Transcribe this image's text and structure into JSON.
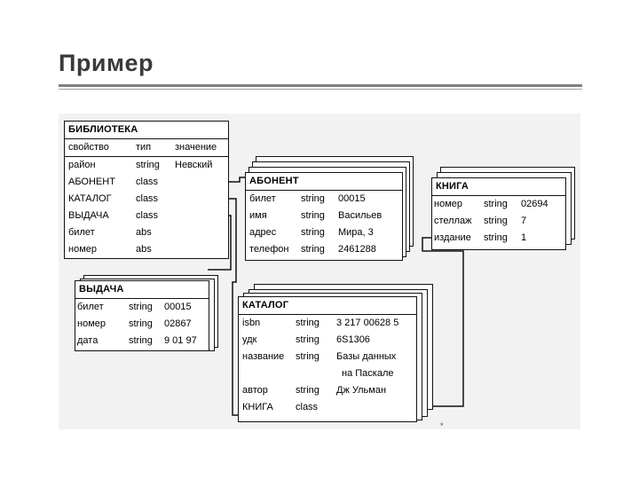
{
  "slide": {
    "title": "Пример"
  },
  "tables": {
    "biblioteka": {
      "title": "БИБЛИОТЕКА",
      "header": [
        "свойство",
        "тип",
        "значение"
      ],
      "rows": [
        [
          "район",
          "string",
          "Невский"
        ],
        [
          "АБОНЕНТ",
          "class",
          ""
        ],
        [
          "КАТАЛОГ",
          "class",
          ""
        ],
        [
          "ВЫДАЧА",
          "class",
          ""
        ],
        [
          "билет",
          "abs",
          ""
        ],
        [
          "номер",
          "abs",
          ""
        ]
      ]
    },
    "abonent": {
      "title": "АБОНЕНТ",
      "rows": [
        [
          "билет",
          "string",
          "00015"
        ],
        [
          "имя",
          "string",
          "Васильев"
        ],
        [
          "адрес",
          "string",
          "Мира, 3"
        ],
        [
          "телефон",
          "string",
          "2461288"
        ]
      ]
    },
    "kniga": {
      "title": "КНИГА",
      "rows": [
        [
          "номер",
          "string",
          "02694"
        ],
        [
          "стеллаж",
          "string",
          "7"
        ],
        [
          "издание",
          "string",
          "1"
        ]
      ]
    },
    "vydacha": {
      "title": "ВЫДАЧА",
      "rows": [
        [
          "билет",
          "string",
          "00015"
        ],
        [
          "номер",
          "string",
          "02867"
        ],
        [
          "дата",
          "string",
          "9 01 97"
        ]
      ]
    },
    "katalog": {
      "title": "КАТАЛОГ",
      "rows": [
        [
          "isbn",
          "string",
          "3 217 00628 5"
        ],
        [
          "удк",
          "string",
          "6S1306"
        ],
        [
          "название",
          "string",
          "Базы данных",
          "на Паскале"
        ],
        [
          "автор",
          "string",
          "Дж Ульман"
        ],
        [
          "КНИГА",
          "class",
          ""
        ]
      ]
    }
  },
  "footer_mark": "*"
}
